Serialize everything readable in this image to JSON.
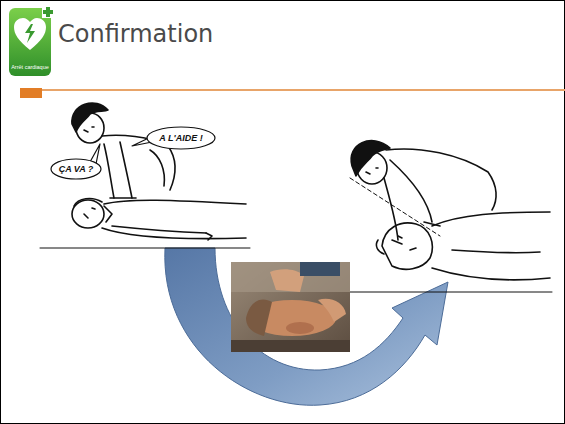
{
  "diagram": {
    "title": "Confirmation",
    "nodes": [
      {
        "text": [
          "A L'AIDE !"
        ]
      },
      {
        "text": [
          "ÇA VA ?"
        ]
      }
    ],
    "labels": [
      "Arrêt cardiaque"
    ]
  }
}
